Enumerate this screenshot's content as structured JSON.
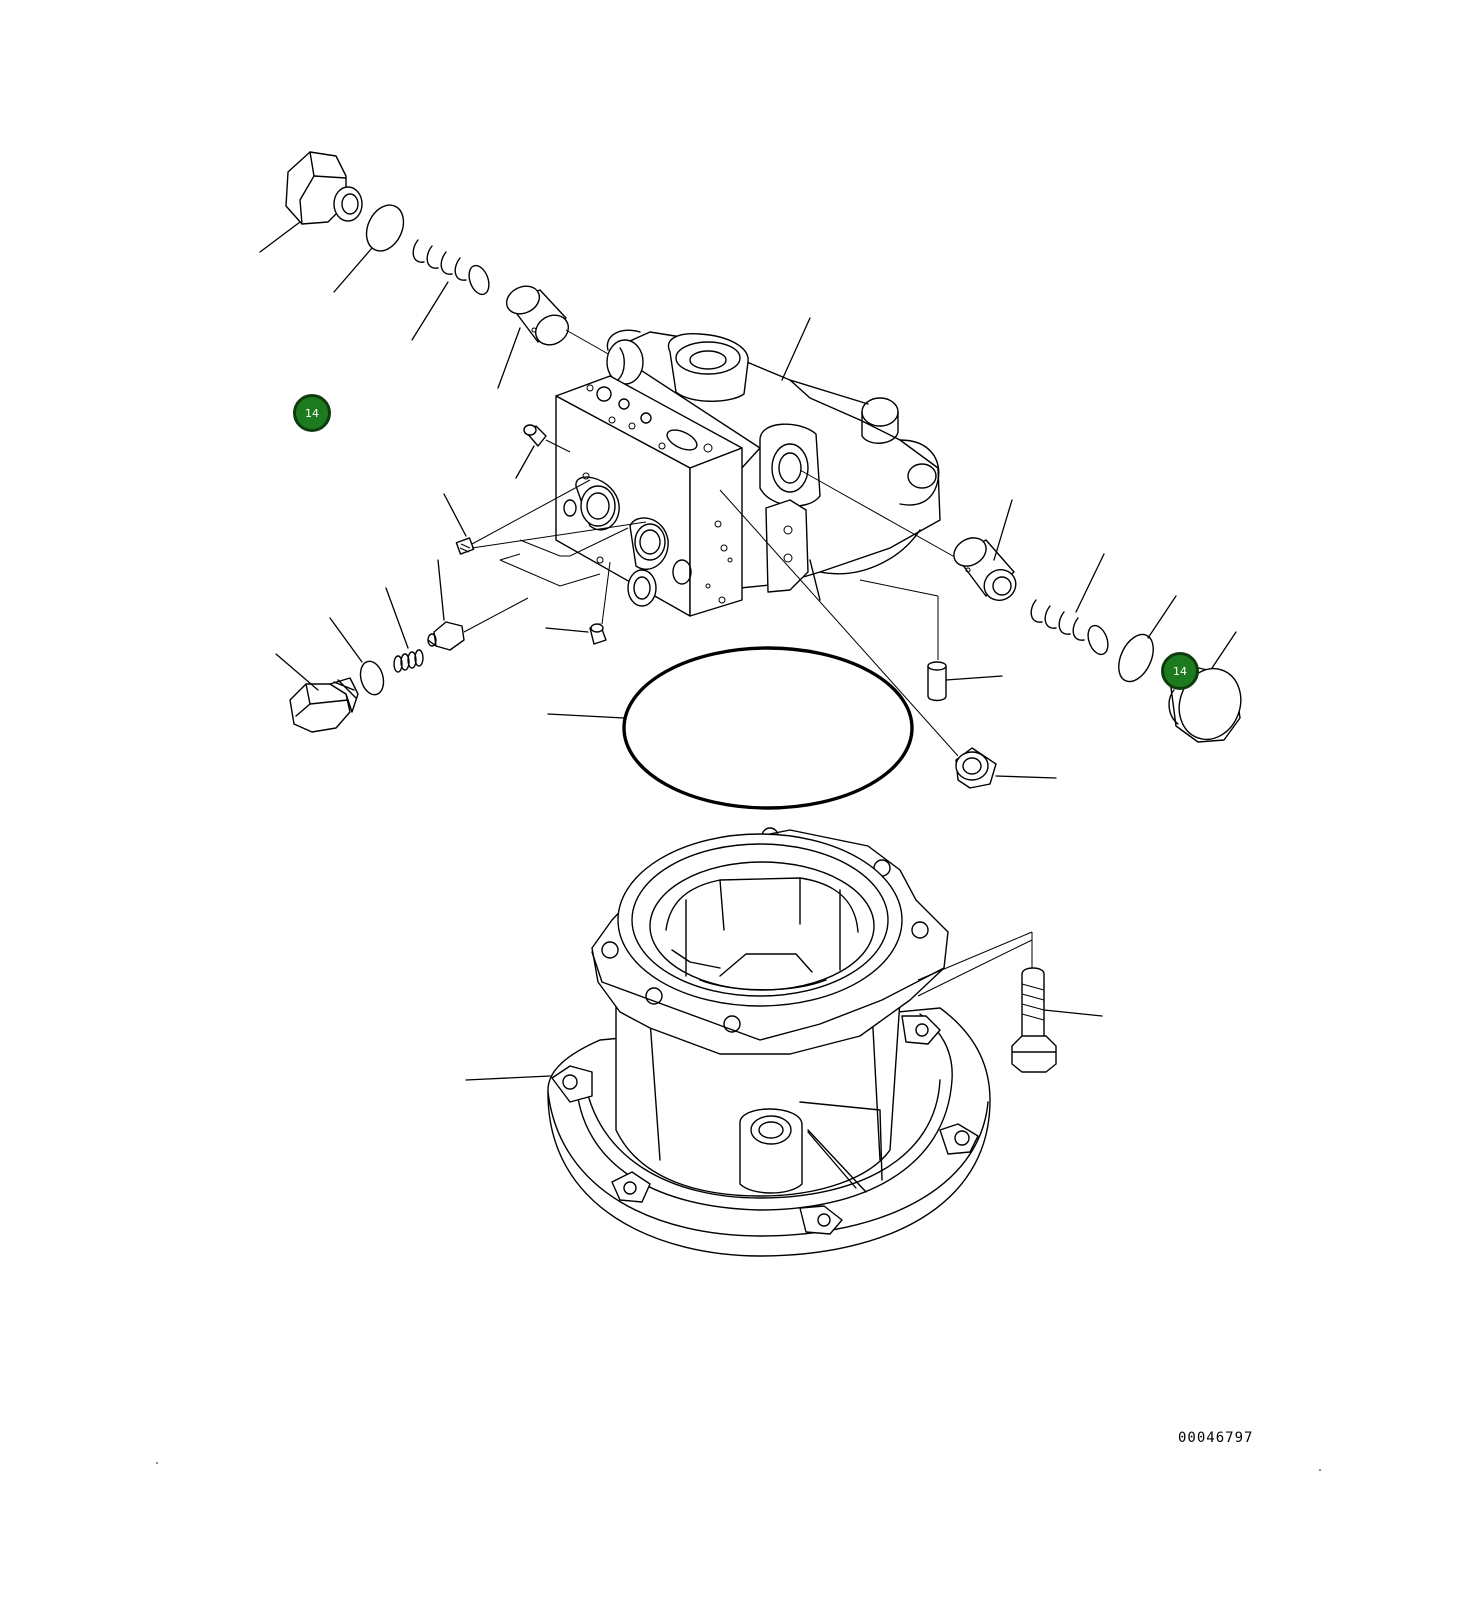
{
  "callouts": [
    {
      "id": "callout-left",
      "label": "14"
    },
    {
      "id": "callout-right",
      "label": "14"
    }
  ],
  "drawing_number": "00046797",
  "colors": {
    "badge_fill": "#1e7a1e",
    "badge_border": "#0d3d0d",
    "line": "#000000"
  }
}
